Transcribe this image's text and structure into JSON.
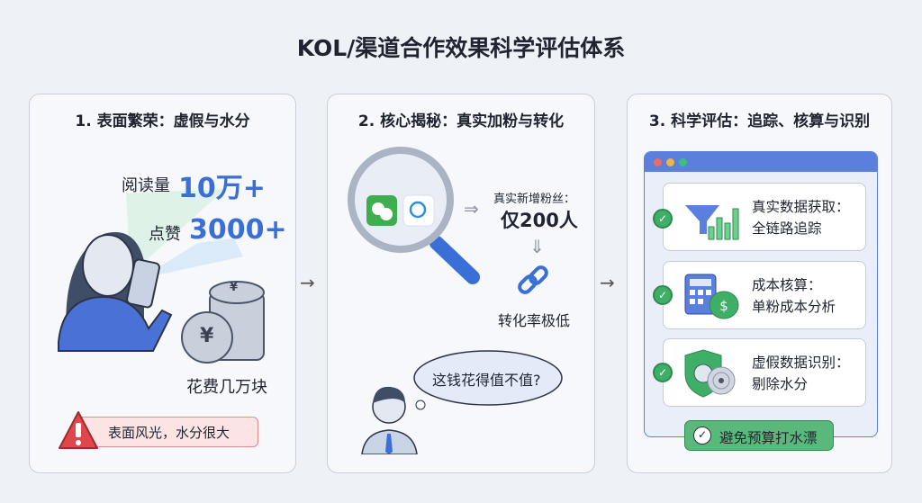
{
  "title": "KOL/渠道合作效果科学评估体系",
  "panel1": {
    "heading": "1. 表面繁荣：虚假与水分",
    "reads_label": "阅读量",
    "reads_value": "10万+",
    "likes_label": "点赞",
    "likes_value": "3000+",
    "coin_symbol": "¥",
    "cost_label": "花费几万块",
    "warning": "表面风光，水分很大"
  },
  "panel2": {
    "heading": "2. 核心揭秘：真实加粉与转化",
    "new_fans_label": "真实新增粉丝：",
    "new_fans_value": "仅200人",
    "conversion": "转化率极低",
    "thought": "这钱花得值不值?"
  },
  "panel3": {
    "heading": "3. 科学评估：追踪、核算与识别",
    "items": [
      {
        "line1": "真实数据获取：",
        "line2": "全链路追踪"
      },
      {
        "line1": "成本核算：",
        "line2": "单粉成本分析"
      },
      {
        "line1": "虚假数据识别：",
        "line2": "剔除水分"
      }
    ],
    "button": "避免预算打水漂",
    "dollar": "$"
  },
  "colors": {
    "accent": "#3a6fd8",
    "green": "#3fae67",
    "red": "#e0474c"
  }
}
